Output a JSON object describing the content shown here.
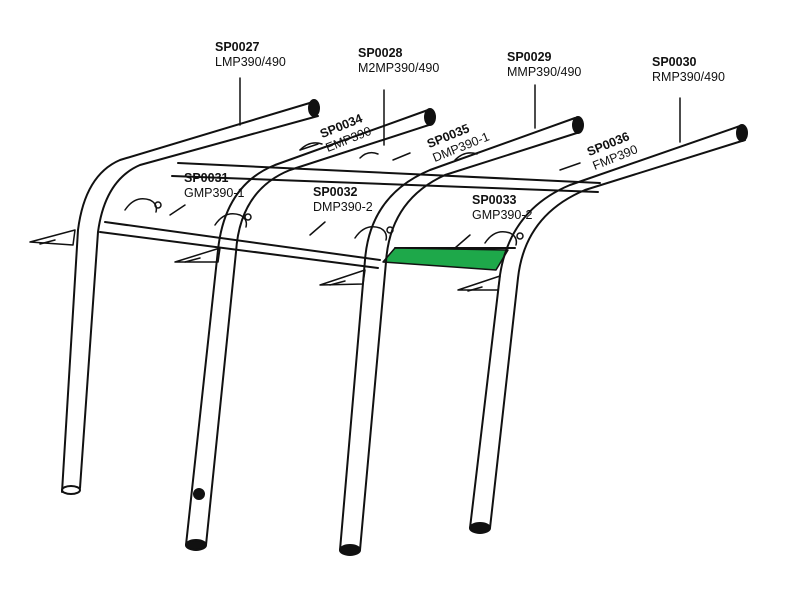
{
  "colors": {
    "line": "#111111",
    "highlight": "#1ea84a",
    "background": "#ffffff"
  },
  "highlighted_part": "SP0033",
  "parts": [
    {
      "code": "SP0027",
      "name": "LMP390/490"
    },
    {
      "code": "SP0028",
      "name": "M2MP390/490"
    },
    {
      "code": "SP0029",
      "name": "MMP390/490"
    },
    {
      "code": "SP0030",
      "name": "RMP390/490"
    },
    {
      "code": "SP0034",
      "name": "EMP390"
    },
    {
      "code": "SP0035",
      "name": "DMP390-1"
    },
    {
      "code": "SP0036",
      "name": "FMP390"
    },
    {
      "code": "SP0031",
      "name": "GMP390-1"
    },
    {
      "code": "SP0032",
      "name": "DMP390-2"
    },
    {
      "code": "SP0033",
      "name": "GMP390-2"
    }
  ]
}
